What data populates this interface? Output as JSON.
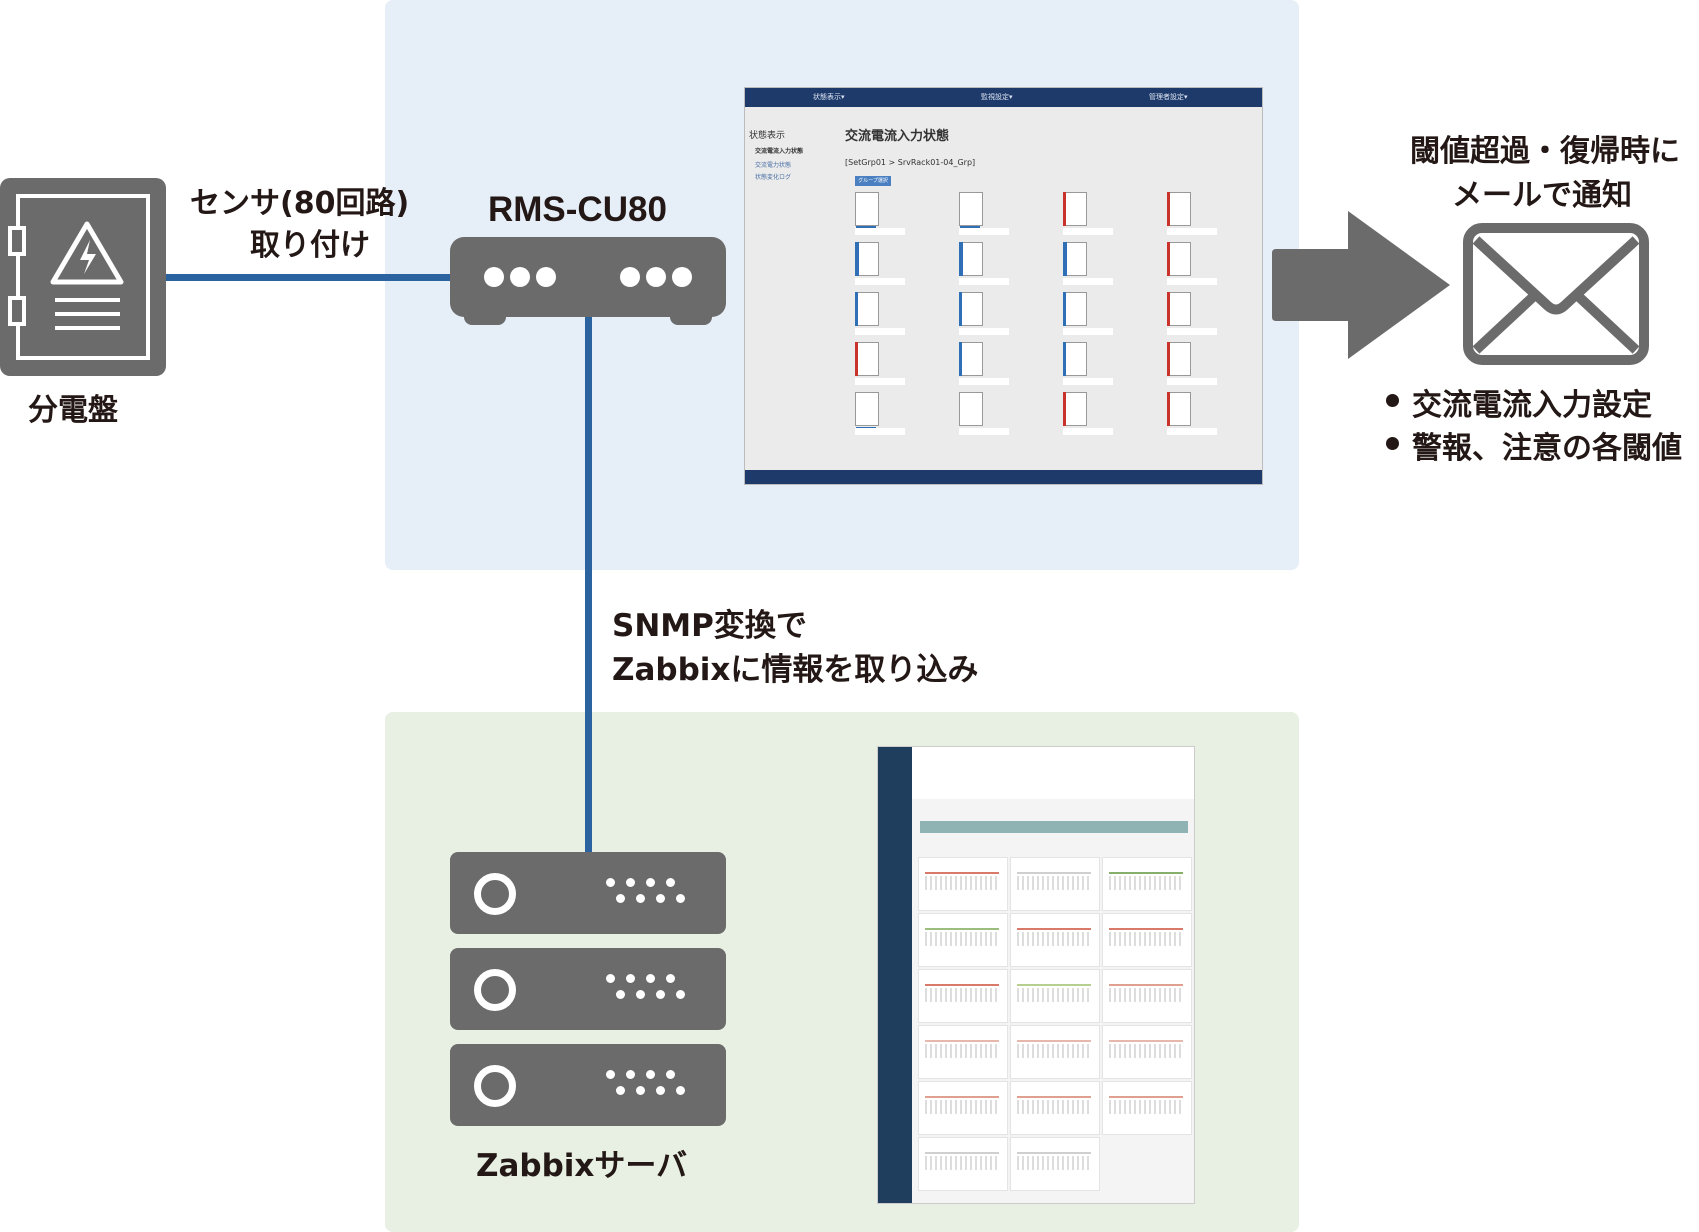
{
  "labels": {
    "panel": "分電盤",
    "sensor_line1": "センサ(80回路)",
    "sensor_line2": "取り付け",
    "device": "RMS-CU80",
    "notify_line1": "閾値超過・復帰時に",
    "notify_line2": "メールで通知",
    "bullet1": "交流電流入力設定",
    "bullet2": "警報、注意の各閾値",
    "snmp_line1": "SNMP変換で",
    "snmp_line2": "Zabbixに情報を取り込み",
    "server": "Zabbixサーバ"
  },
  "screen1": {
    "nav": [
      "状態表示▾",
      "監視設定▾",
      "管理者設定▾"
    ],
    "side_title": "状態表示",
    "side_items": [
      "交流電流入力状態",
      "交流電力状態",
      "状態変化ログ"
    ],
    "title": "交流電流入力状態",
    "breadcrumb": "[SetGrp01 > SrvRack01-04_Grp]",
    "group_button": "グループ選択"
  },
  "colors": {
    "device_gray": "#6b6b6b",
    "wire_blue": "#2a63a0",
    "top_panel_bg": "#e6eef8",
    "bottom_panel_bg": "#e7f0e3"
  }
}
